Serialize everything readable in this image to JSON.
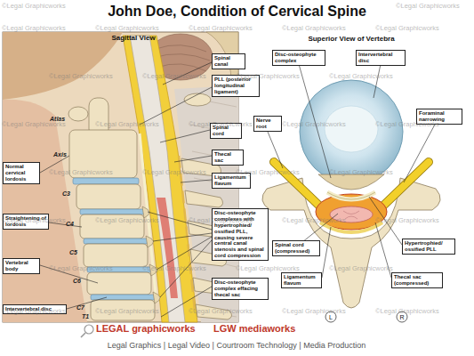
{
  "diagram": {
    "title": "John Doe, Condition of Cervical Spine",
    "nodes": [
      {
        "text": [
          "Normal cervical lordosis"
        ]
      },
      {
        "text": [
          "Straightening of lordosis"
        ]
      },
      {
        "text": [
          "Vertebral body"
        ]
      },
      {
        "text": [
          "Intervertebral disc"
        ]
      },
      {
        "text": [
          "Spinal canal"
        ]
      },
      {
        "text": [
          "PLL (posterior longitudinal ligament)"
        ]
      },
      {
        "text": [
          "Spinal cord"
        ]
      },
      {
        "text": [
          "Thecal sac"
        ]
      },
      {
        "text": [
          "Ligamentum flavum"
        ]
      },
      {
        "text": [
          "Disc-osteophyte complexes with hypertrophied/ ossified PLL, causing severe central canal stenosis and spinal cord compression"
        ]
      },
      {
        "text": [
          "Disc-osteophyte complex effacing thecal sac"
        ]
      },
      {
        "text": [
          "Disc-osteophyte complex"
        ]
      },
      {
        "text": [
          "Intervertebral disc"
        ]
      },
      {
        "text": [
          "Nerve root"
        ]
      },
      {
        "text": [
          "Foraminal narrowing"
        ]
      },
      {
        "text": [
          "Spinal cord (compressed)"
        ]
      },
      {
        "text": [
          "Hypertrophied/ ossified PLL"
        ]
      },
      {
        "text": [
          "Ligamentum flavum"
        ]
      },
      {
        "text": [
          "Thecal sac (compressed)"
        ]
      }
    ],
    "labels": [
      "Sagittal View",
      "Superior View of Vertebra",
      "Atlas",
      "Axis",
      "C3",
      "C4",
      "C5",
      "C6",
      "C7",
      "T1",
      "L",
      "R",
      "LEGAL graphicworks",
      "LGW mediaworks",
      "Legal Graphics | Legal Video | Courtroom Technology | Media Production",
      "©Legal Graphicworks",
      "©Legal Graphicworks",
      "©Legal Graphicworks",
      "©Legal Graphicworks",
      "©Legal Graphicworks",
      "©Legal Graphicworks",
      "©Legal Graphicworks",
      "©Legal Graphicworks",
      "©Legal Graphicworks",
      "©Legal Graphicworks",
      "©Legal Graphicworks",
      "©Legal Graphicworks",
      "©Legal Graphicworks",
      "©Legal Graphicworks",
      "©Legal Graphicworks",
      "©Legal Graphicworks",
      "©Legal Graphicworks",
      "©Legal Graphicworks",
      "©Legal Graphicworks",
      "©Legal Graphicworks",
      "©Legal Graphicworks",
      "©Legal Graphicworks",
      "©Legal Graphicworks",
      "©Legal Graphicworks",
      "©Legal Graphicworks",
      "©Legal Graphicworks",
      "©Legal Graphicworks",
      "©Legal Graphicworks",
      "©Legal Graphicworks",
      "©Legal Graphicworks",
      "©Legal Graphicworks",
      "©Legal Graphicworks",
      "©Legal Graphicworks",
      "©Legal Graphicworks"
    ]
  }
}
